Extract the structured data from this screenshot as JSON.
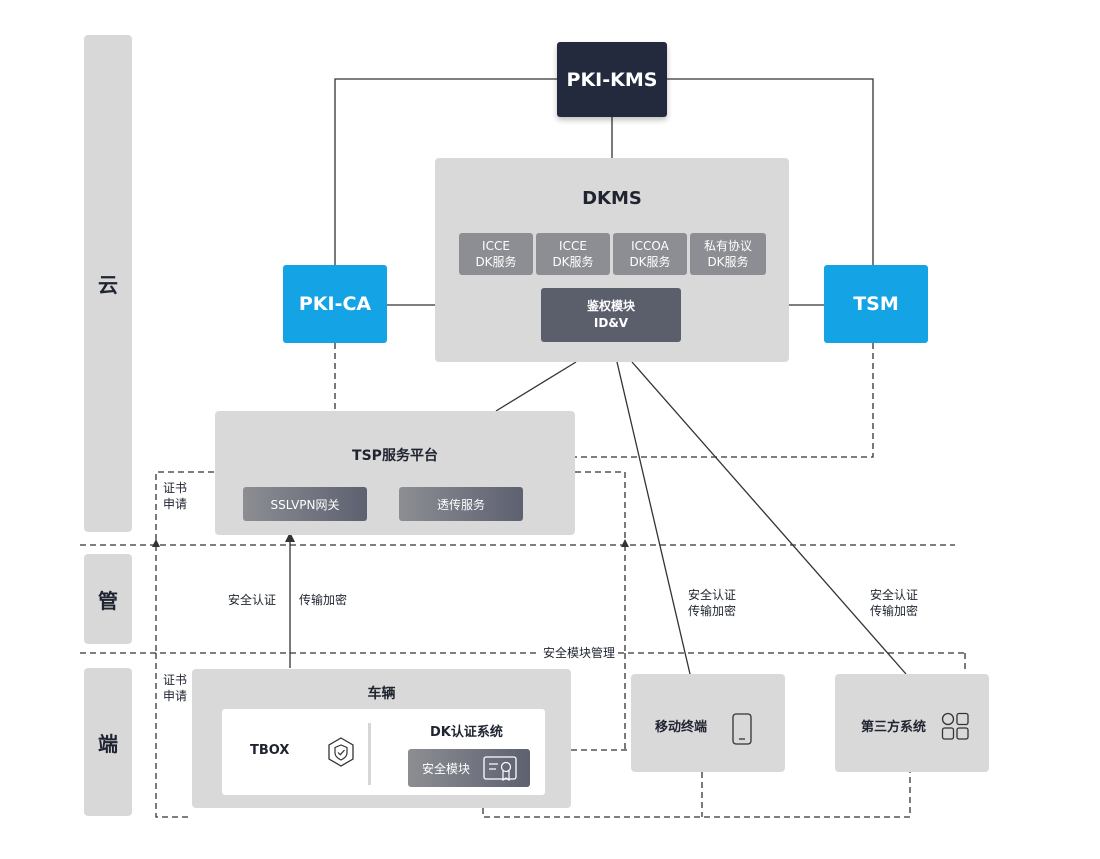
{
  "lanes": {
    "cloud": "云",
    "pipe": "管",
    "edge": "端"
  },
  "pki_kms": "PKI-KMS",
  "pki_ca": "PKI-CA",
  "tsm": "TSM",
  "dkms": {
    "title": "DKMS",
    "services": [
      {
        "line1": "ICCE",
        "line2": "DK服务"
      },
      {
        "line1": "ICCE",
        "line2": "DK服务"
      },
      {
        "line1": "ICCOA",
        "line2": "DK服务"
      },
      {
        "line1": "私有协议",
        "line2": "DK服务"
      }
    ],
    "auth_module": {
      "line1": "鉴权模块",
      "line2": "ID&V"
    }
  },
  "tsp": {
    "title": "TSP服务平台",
    "sslvpn": "SSLVPN网关",
    "passthrough": "透传服务"
  },
  "cert_apply": {
    "line1": "证书",
    "line2": "申请"
  },
  "labels": {
    "auth": "安全认证",
    "encrypt": "传输加密",
    "module_mgmt": "安全模块管理"
  },
  "vehicle": {
    "title": "车辆",
    "tbox": "TBOX",
    "dk_system": "DK认证系统",
    "security_module": "安全模块"
  },
  "mobile": "移动终端",
  "third_party": "第三方系统",
  "colors": {
    "dark": "#232a3e",
    "blue": "#14a4e6",
    "gray": "#d9d9d9"
  }
}
